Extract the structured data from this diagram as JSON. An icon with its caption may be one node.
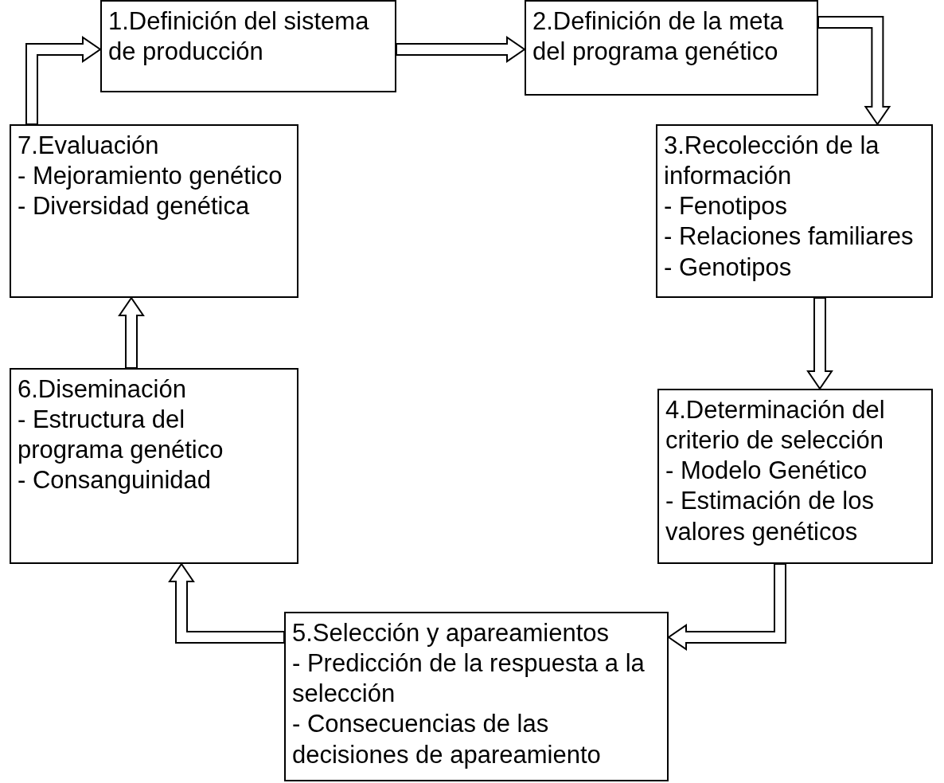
{
  "diagram": {
    "nodes": [
      {
        "text": [
          "1.Definición del sistema de producción"
        ]
      },
      {
        "text": [
          "2.Definición de la meta del programa genético"
        ]
      },
      {
        "text": [
          "3.Recolección de la información",
          "- Fenotipos",
          "- Relaciones familiares",
          "- Genotipos"
        ]
      },
      {
        "text": [
          "4.Determinación del criterio de selección",
          "- Modelo Genético",
          "- Estimación de los valores genéticos"
        ]
      },
      {
        "text": [
          "5.Selección y apareamientos",
          "- Predicción de la respuesta a la selección",
          "- Consecuencias de las decisiones de apareamiento"
        ]
      },
      {
        "text": [
          "6.Diseminación",
          "- Estructura del programa genético",
          "- Consanguinidad"
        ]
      },
      {
        "text": [
          "7.Evaluación",
          "- Mejoramiento genético",
          "- Diversidad genética"
        ]
      }
    ],
    "edges": [
      {
        "from": 0,
        "to": 1,
        "arrow": "to"
      },
      {
        "from": 1,
        "to": 2,
        "arrow": "to"
      },
      {
        "from": 2,
        "to": 3,
        "arrow": "to"
      },
      {
        "from": 3,
        "to": 4,
        "arrow": "to"
      },
      {
        "from": 4,
        "to": 5,
        "arrow": "to"
      },
      {
        "from": 5,
        "to": 6,
        "arrow": "to"
      },
      {
        "from": 6,
        "to": 0,
        "arrow": "to"
      }
    ]
  }
}
